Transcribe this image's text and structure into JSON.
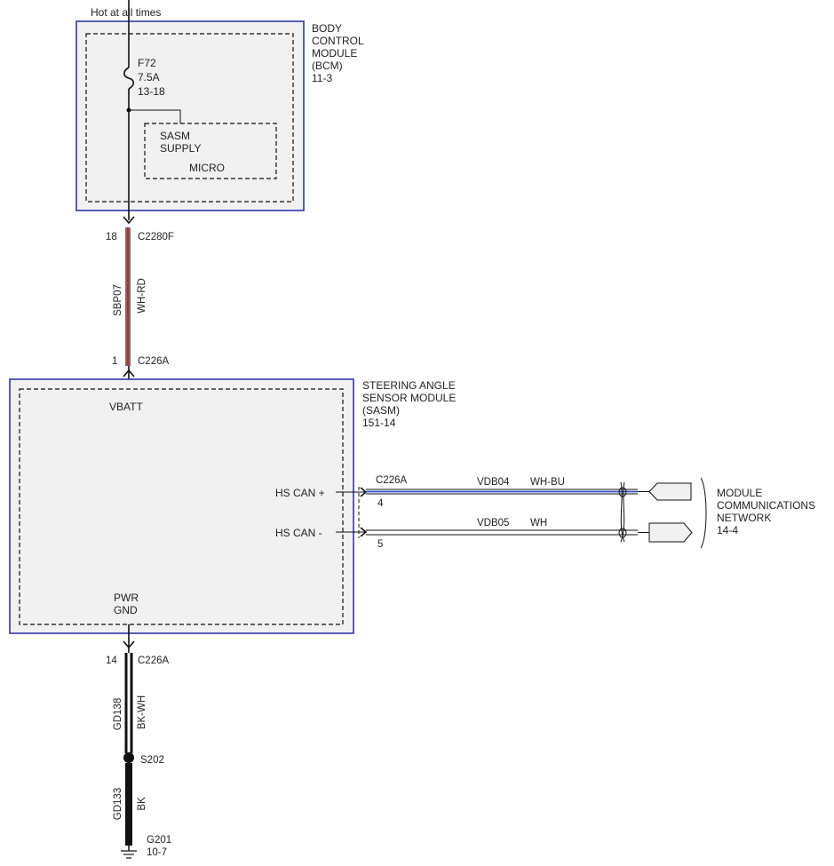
{
  "power": {
    "label": "Hot at all times"
  },
  "bcm": {
    "name_lines": [
      "BODY",
      "CONTROL",
      "MODULE",
      "(BCM)"
    ],
    "page_ref": "11-3",
    "fuse": {
      "id": "F72",
      "rating": "7.5A",
      "ref": "13-18"
    },
    "sasm_supply_lines": [
      "SASM",
      "SUPPLY"
    ],
    "micro": "MICRO"
  },
  "c2280f": {
    "pin": "18",
    "connector": "C2280F"
  },
  "wire_sbp07": {
    "circuit": "SBP07",
    "color": "WH-RD",
    "stripe": "#d42020"
  },
  "c226a_top": {
    "pin": "1",
    "connector": "C226A"
  },
  "sasm": {
    "name_lines": [
      "STEERING ANGLE",
      "SENSOR MODULE",
      "(SASM)"
    ],
    "page_ref": "151-14",
    "vbatt": "VBATT",
    "hs_can_plus": "HS CAN +",
    "hs_can_minus": "HS CAN -",
    "pwr_gnd_lines": [
      "PWR",
      "GND"
    ]
  },
  "can": {
    "connector": "C226A",
    "plus": {
      "pin": "4",
      "circuit": "VDB04",
      "color": "WH-BU",
      "stripe": "#2b4fd6"
    },
    "minus": {
      "pin": "5",
      "circuit": "VDB05",
      "color": "WH"
    }
  },
  "network": {
    "name_lines": [
      "MODULE",
      "COMMUNICATIONS",
      "NETWORK"
    ],
    "page_ref": "14-4"
  },
  "c226a_bottom": {
    "pin": "14",
    "connector": "C226A"
  },
  "wire_gd138": {
    "circuit": "GD138",
    "color": "BK-WH"
  },
  "splice": {
    "id": "S202"
  },
  "wire_gd133": {
    "circuit": "GD133",
    "color": "BK"
  },
  "ground": {
    "id": "G201",
    "page_ref": "10-7"
  },
  "colors": {
    "module_border": "#2f3aa8",
    "module_fill": "#f1f1f1"
  }
}
